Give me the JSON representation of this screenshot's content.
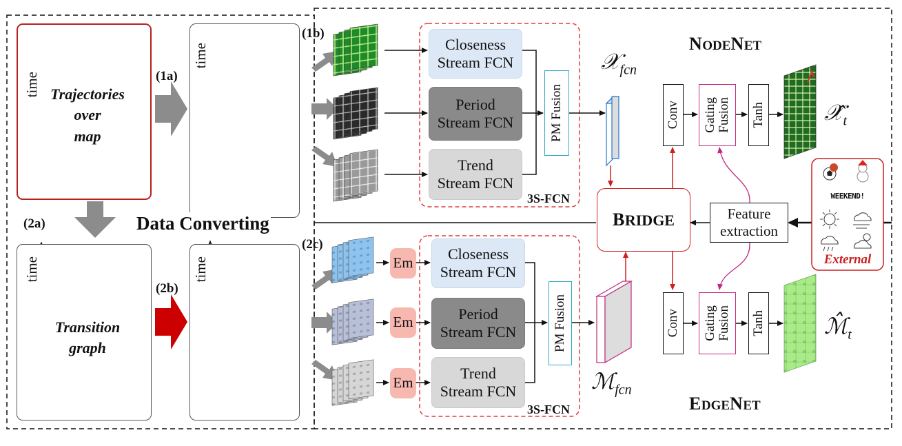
{
  "input": {
    "trajectory_text": [
      "Trajectories",
      "over",
      "map"
    ],
    "graph_text": [
      "Transition",
      "graph"
    ],
    "time_label": "time"
  },
  "steps": {
    "s1a": "(1a)",
    "s1b": "(1b)",
    "s2a": "(2a)",
    "s2b": "(2b)",
    "s2c": "(2c)"
  },
  "data_converting": "Data Converting",
  "streams": {
    "closeness": [
      "Closeness",
      "Stream FCN"
    ],
    "period": [
      "Period",
      "Stream FCN"
    ],
    "trend": [
      "Trend",
      "Stream FCN"
    ],
    "em": "Em",
    "pm_fusion": "PM Fusion",
    "label_3sfcn": "3S-FCN"
  },
  "symbols": {
    "x_fcn": "𝒳",
    "x_fcn_sub": "fcn",
    "m_fcn": "ℳ",
    "m_fcn_sub": "fcn",
    "x_hat": "𝒳̂",
    "x_hat_sub": "t",
    "m_hat": "ℳ̂",
    "m_hat_sub": "t"
  },
  "nodenet": {
    "first": "N",
    "rest1": "ODE",
    "second": "N",
    "rest2": "ET"
  },
  "edgenet": {
    "first": "E",
    "rest1": "DGE",
    "second": "N",
    "rest2": "ET"
  },
  "bridge": {
    "first": "B",
    "rest": "RIDGE"
  },
  "ops": {
    "conv": "Conv",
    "gating": [
      "Gating",
      "Fusion"
    ],
    "tanh": "Tanh"
  },
  "feature_extraction": [
    "Feature",
    "extraction"
  ],
  "external": {
    "label": "External",
    "weekend": "WEEKEND!"
  },
  "colors": {
    "red": "#cc1f1f",
    "magenta": "#c02880",
    "cyan": "#30a8c0",
    "dashed_red": "#e23a3a"
  }
}
